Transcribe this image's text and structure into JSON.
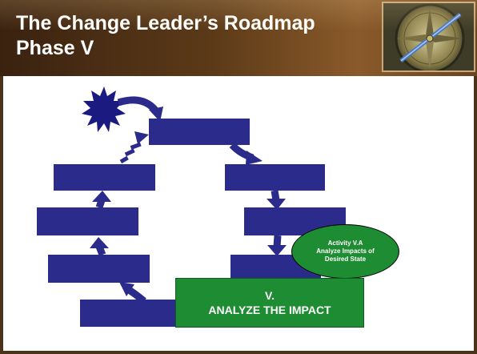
{
  "title": {
    "line1": "The Change Leader’s Roadmap",
    "line2": "Phase V"
  },
  "header_image": {
    "icon": "compass-icon"
  },
  "diagram": {
    "start_icon": "starburst-icon",
    "activity": {
      "line1": "Activity V.A",
      "line2": "Analyze Impacts of",
      "line3": "Desired State"
    },
    "phase": {
      "number": "V.",
      "label": "ANALYZE THE IMPACT"
    }
  },
  "colors": {
    "title_bar": "#5c3a18",
    "step_box": "#2b2b8c",
    "highlight": "#1e8c32",
    "starburst": "#1a1a80"
  }
}
